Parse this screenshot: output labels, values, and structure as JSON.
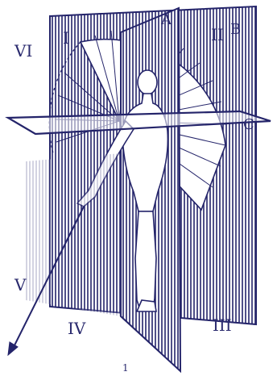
{
  "figure": {
    "ink_color": "#24246a",
    "plane_color": "#ffffff",
    "labels": {
      "A": "A",
      "B": "B",
      "C": "C",
      "I": "I",
      "II": "II",
      "III": "III",
      "IV": "IV",
      "V": "V",
      "VI": "VI"
    },
    "caption": "1"
  }
}
